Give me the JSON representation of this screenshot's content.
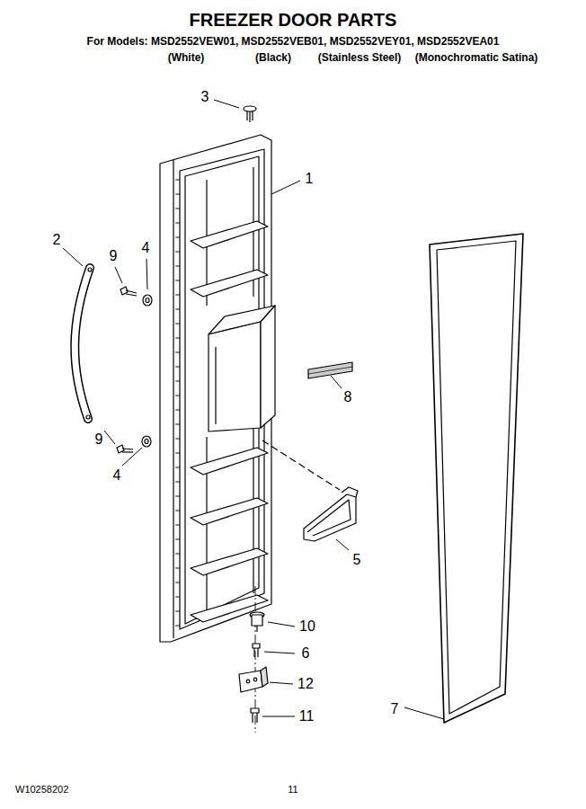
{
  "diagram": {
    "title": "FREEZER DOOR PARTS",
    "labels": [
      "For Models: MSD2552VEW01, MSD2552VEB01, MSD2552VEY01, MSD2552VEA01",
      "(White)",
      "(Black)",
      "(Stainless Steel)",
      "(Monochromatic Satina)",
      "3",
      "1",
      "2",
      "9",
      "4",
      "8",
      "9",
      "4",
      "5",
      "10",
      "6",
      "12",
      "7",
      "11",
      "W10258202",
      "11"
    ]
  }
}
